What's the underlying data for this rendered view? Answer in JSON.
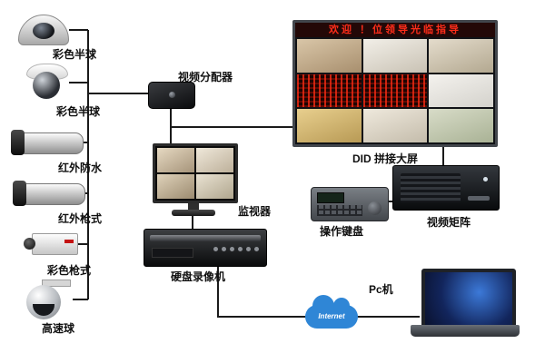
{
  "diagram": {
    "cameras": [
      {
        "label": "彩色半球",
        "type": "dome"
      },
      {
        "label": "彩色半球",
        "type": "dome"
      },
      {
        "label": "红外防水",
        "type": "bullet"
      },
      {
        "label": "红外枪式",
        "type": "bullet"
      },
      {
        "label": "彩色枪式",
        "type": "box"
      },
      {
        "label": "高速球",
        "type": "ptz"
      }
    ],
    "distributor": {
      "label": "视频分配器"
    },
    "monitor": {
      "label": "监视器"
    },
    "dvr": {
      "label": "硬盘录像机"
    },
    "wall": {
      "label": "DID 拼接大屏",
      "banner": "欢迎 ！位领导光临指导"
    },
    "keyboard": {
      "label": "操作键盘"
    },
    "matrix": {
      "label": "视频矩阵"
    },
    "pc": {
      "label": "Pc机"
    },
    "cloud": {
      "label": "Internet"
    },
    "colors": {
      "banner_red": "#ff2d1a",
      "cloud_blue": "#2f86d6",
      "line": "#1a1a1a"
    }
  }
}
